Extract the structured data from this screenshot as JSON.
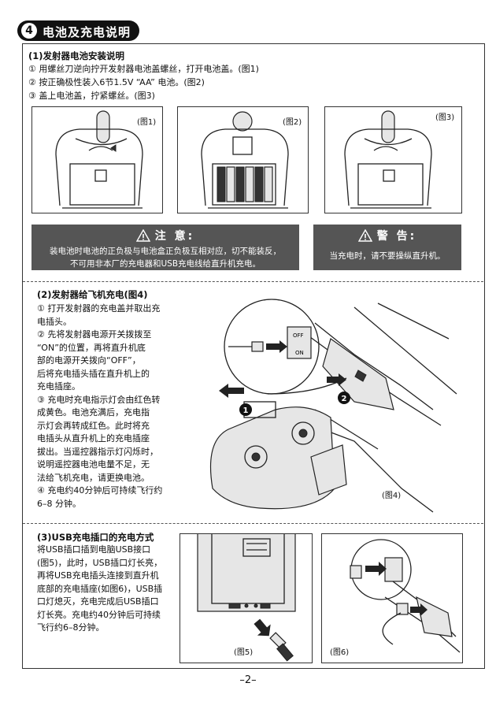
{
  "section": {
    "number": "4",
    "title": "电池及充电说明"
  },
  "part1": {
    "heading": "(1)发射器电池安装说明",
    "steps": [
      "① 用螺丝刀逆向拧开发射器电池盖螺丝，打开电池盖。(图1)",
      "② 按正确极性装入6节1.5V “AA” 电池。(图2)",
      "③ 盖上电池盖，拧紧螺丝。(图3)"
    ],
    "captions": [
      "(图1)",
      "(图2)",
      "(图3)"
    ]
  },
  "attention": {
    "title": "注 意:",
    "lines": [
      "装电池时电池的正负极与电池盒正负极互相对应，切不能装反，",
      "不可用非本厂的充电器和USB充电线给直升机充电。"
    ]
  },
  "warning": {
    "title": "警 告:",
    "lines": [
      "当充电时，请不要操纵直升机。"
    ]
  },
  "part2": {
    "heading": "(2)发射器给飞机充电(图4)",
    "lines": [
      "① 打开发射器的充电盖并取出充",
      "    电插头。",
      "② 先将发射器电源开关拨拨至",
      "    “ON”的位置，再将直升机底",
      "    部的电源开关拨向“OFF”，",
      "    后将充电插头插在直升机上的",
      "    充电插座。",
      "③ 充电时充电指示灯会由红色转",
      "    成黄色。电池充满后，充电指",
      "    示灯会再转成红色。此时将充",
      "    电插头从直升机上的充电插座",
      "    拔出。当遥控器指示灯闪烁时，",
      "    说明遥控器电池电量不足，无",
      "    法给飞机充电，请更换电池。",
      "④ 充电约40分钟后可持续飞行约",
      "    6–8 分钟。"
    ],
    "caption": "(图4)",
    "markers": [
      "1",
      "2"
    ],
    "switch_labels": [
      "OFF",
      "ON"
    ]
  },
  "part3": {
    "heading": "(3)USB充电插口的充电方式",
    "lines": [
      "将USB插口插到电脑USB接口",
      "(图5)，此时，USB插口灯长亮，",
      "再将USB充电插头连接到直升机",
      "底部的充电插座(如图6)，USB插",
      "口灯熄灭，充电完成后USB插口",
      "灯长亮。充电约40分钟后可持续",
      "飞行约6–8分钟。"
    ],
    "captions": [
      "(图5)",
      "(图6)"
    ]
  },
  "page_number": "–2–"
}
